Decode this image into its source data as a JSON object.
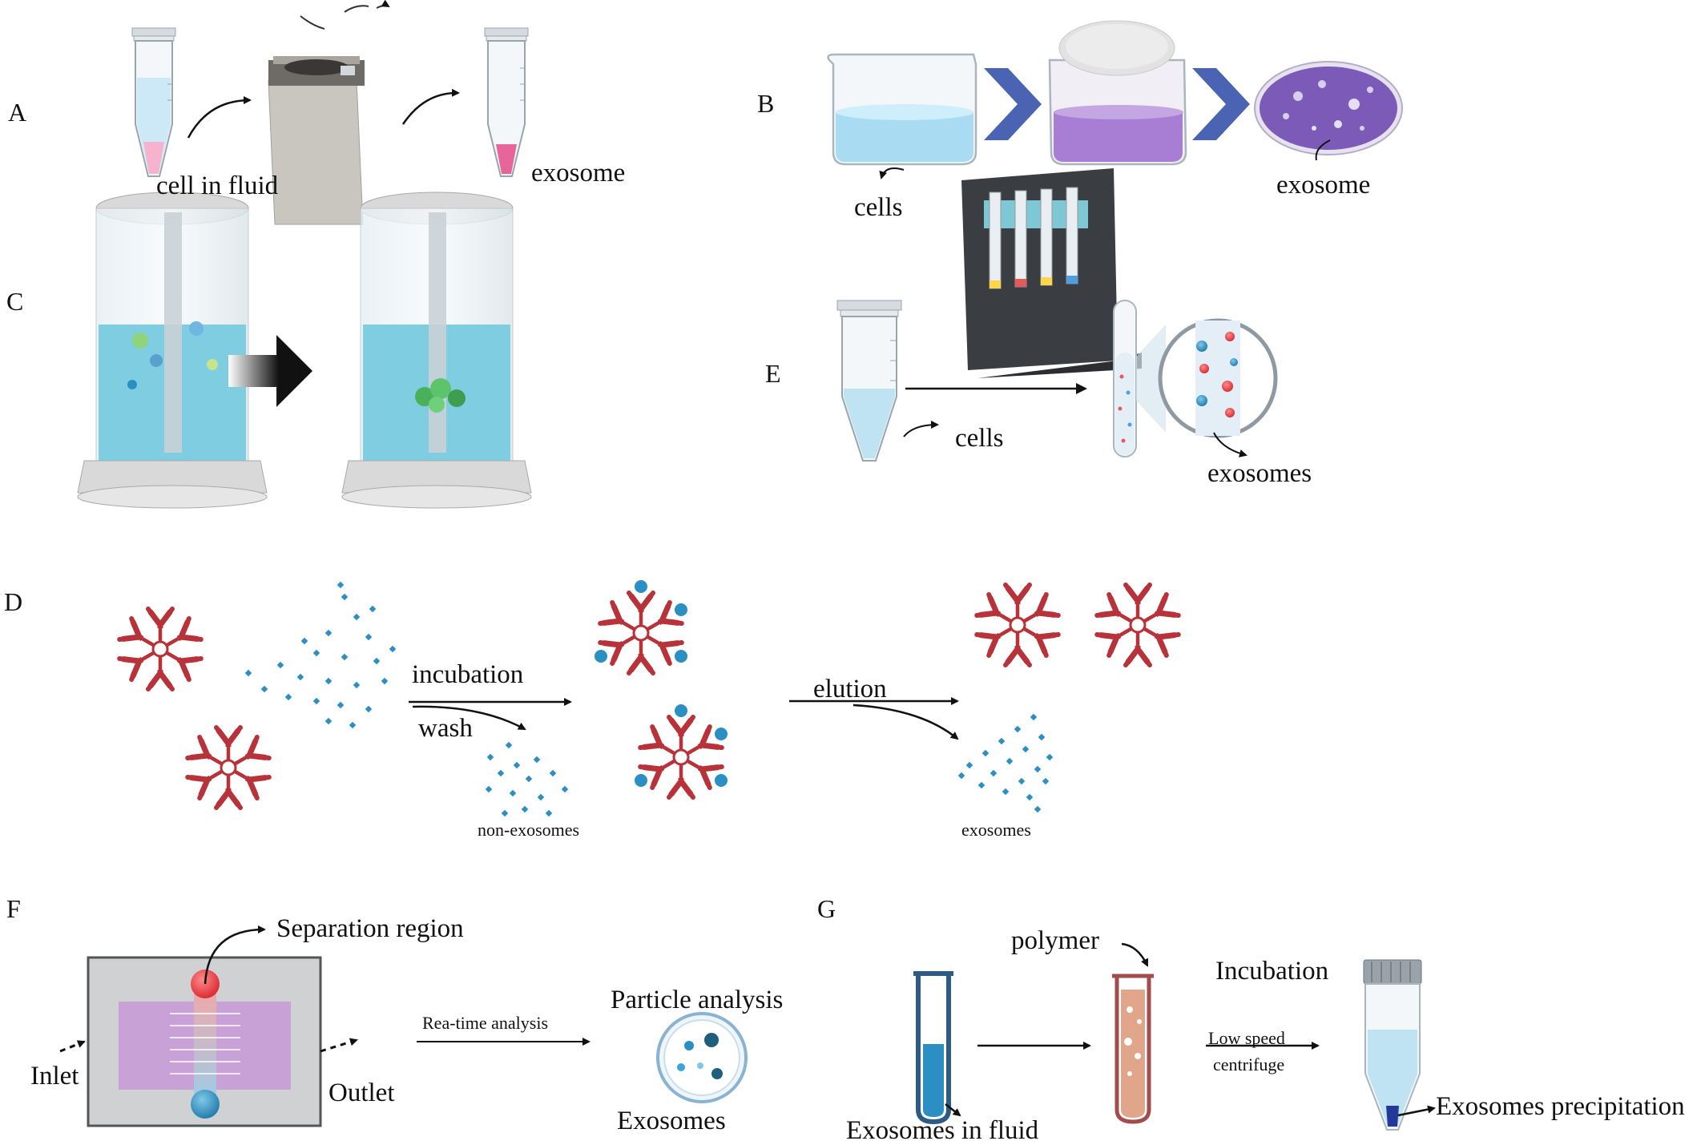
{
  "panels": {
    "A": {
      "letter": "A",
      "cell_in_fluid": "cell in fluid",
      "exosome": "exosome"
    },
    "B": {
      "letter": "B",
      "cells": "cells",
      "exosome": "exosome"
    },
    "C": {
      "letter": "C"
    },
    "E": {
      "letter": "E",
      "cells": "cells",
      "exosomes": "exosomes"
    },
    "D": {
      "letter": "D",
      "incubation": "incubation",
      "wash": "wash",
      "non_exosomes": "non-exosomes",
      "elution": "elution",
      "exosomes": "exosomes"
    },
    "F": {
      "letter": "F",
      "separation_region": "Separation region",
      "inlet": "Inlet",
      "outlet": "Outlet",
      "realtime": "Rea-time analysis",
      "particle_analysis": "Particle analysis",
      "exosomes": "Exosomes"
    },
    "G": {
      "letter": "G",
      "polymer": "polymer",
      "incubation": "Incubation",
      "low_speed": "Low speed",
      "centrifuge": "centrifuge",
      "exosomes_in_fluid": "Exosomes in fluid",
      "precipitation": "Exosomes precipitation"
    }
  },
  "colors": {
    "antibody": "#b8323a",
    "exosome_blue": "#2b8fc4",
    "tube_fill": "#bfe3f2",
    "pink_pellet": "#e8659a",
    "purple": "#9b6fcf",
    "chevron": "#4b63b3"
  }
}
